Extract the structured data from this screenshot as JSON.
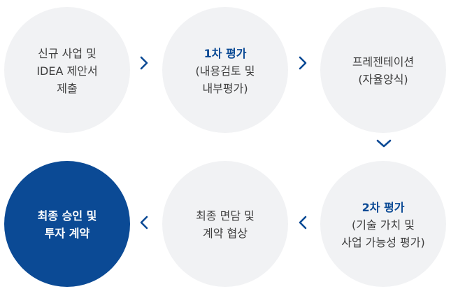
{
  "steps": [
    {
      "lines": [
        "신규 사업 및",
        "IDEA 제안서",
        "제출"
      ]
    },
    {
      "title": "1차 평가",
      "lines": [
        "(내용검토 및",
        "내부평가)"
      ]
    },
    {
      "lines": [
        "프레젠테이션",
        "(자율양식)"
      ]
    },
    {
      "title": "2차 평가",
      "lines": [
        "(기술 가치 및",
        "사업 가능성 평가)"
      ]
    },
    {
      "lines": [
        "최종 면담 및",
        "계약 협상"
      ]
    },
    {
      "lines": [
        "최종 승인 및",
        "투자 계약"
      ]
    }
  ],
  "colors": {
    "circle_bg": "#f1f2f4",
    "accent": "#0b4a95",
    "text": "#3f3f3f"
  },
  "icons": [
    "chevron-right-icon",
    "chevron-right-icon",
    "chevron-down-icon",
    "chevron-left-icon",
    "chevron-left-icon"
  ]
}
